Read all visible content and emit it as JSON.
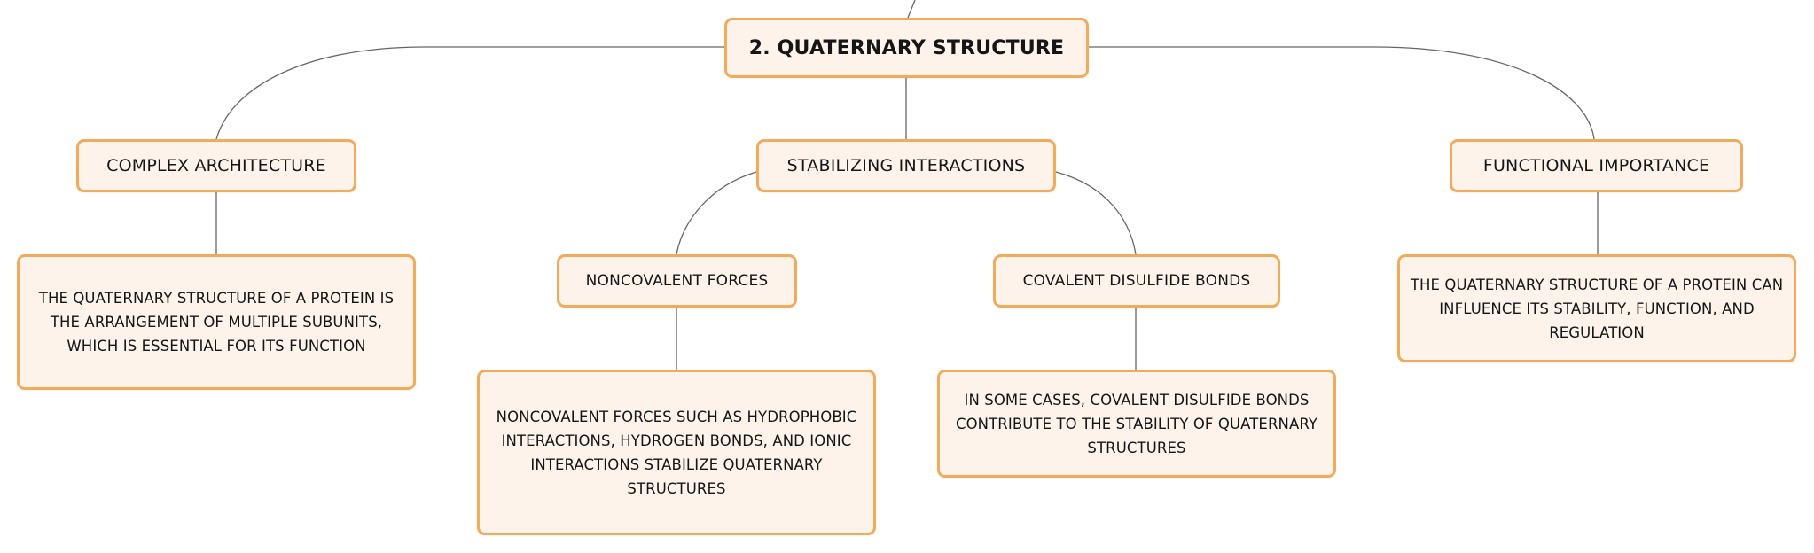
{
  "root": {
    "label": "2. QUATERNARY STRUCTURE"
  },
  "branches": {
    "complex_architecture": {
      "label": "COMPLEX ARCHITECTURE",
      "detail": "THE QUATERNARY STRUCTURE OF A PROTEIN IS THE ARRANGEMENT OF MULTIPLE SUBUNITS, WHICH IS ESSENTIAL FOR ITS FUNCTION"
    },
    "stabilizing_interactions": {
      "label": "STABILIZING INTERACTIONS",
      "noncovalent": {
        "label": "NONCOVALENT FORCES",
        "detail": "NONCOVALENT FORCES SUCH AS HYDROPHOBIC INTERACTIONS, HYDROGEN BONDS, AND IONIC INTERACTIONS STABILIZE QUATERNARY STRUCTURES"
      },
      "covalent": {
        "label": "COVALENT DISULFIDE BONDS",
        "detail": "IN SOME CASES, COVALENT DISULFIDE BONDS CONTRIBUTE TO THE STABILITY OF QUATERNARY STRUCTURES"
      }
    },
    "functional_importance": {
      "label": "FUNCTIONAL IMPORTANCE",
      "detail": "THE QUATERNARY STRUCTURE OF A PROTEIN CAN INFLUENCE ITS STABILITY, FUNCTION, AND REGULATION"
    }
  },
  "colors": {
    "node_fill": "#fdf3ea",
    "node_border": "#f0ac5c",
    "connector": "#666666",
    "text": "#151515"
  }
}
